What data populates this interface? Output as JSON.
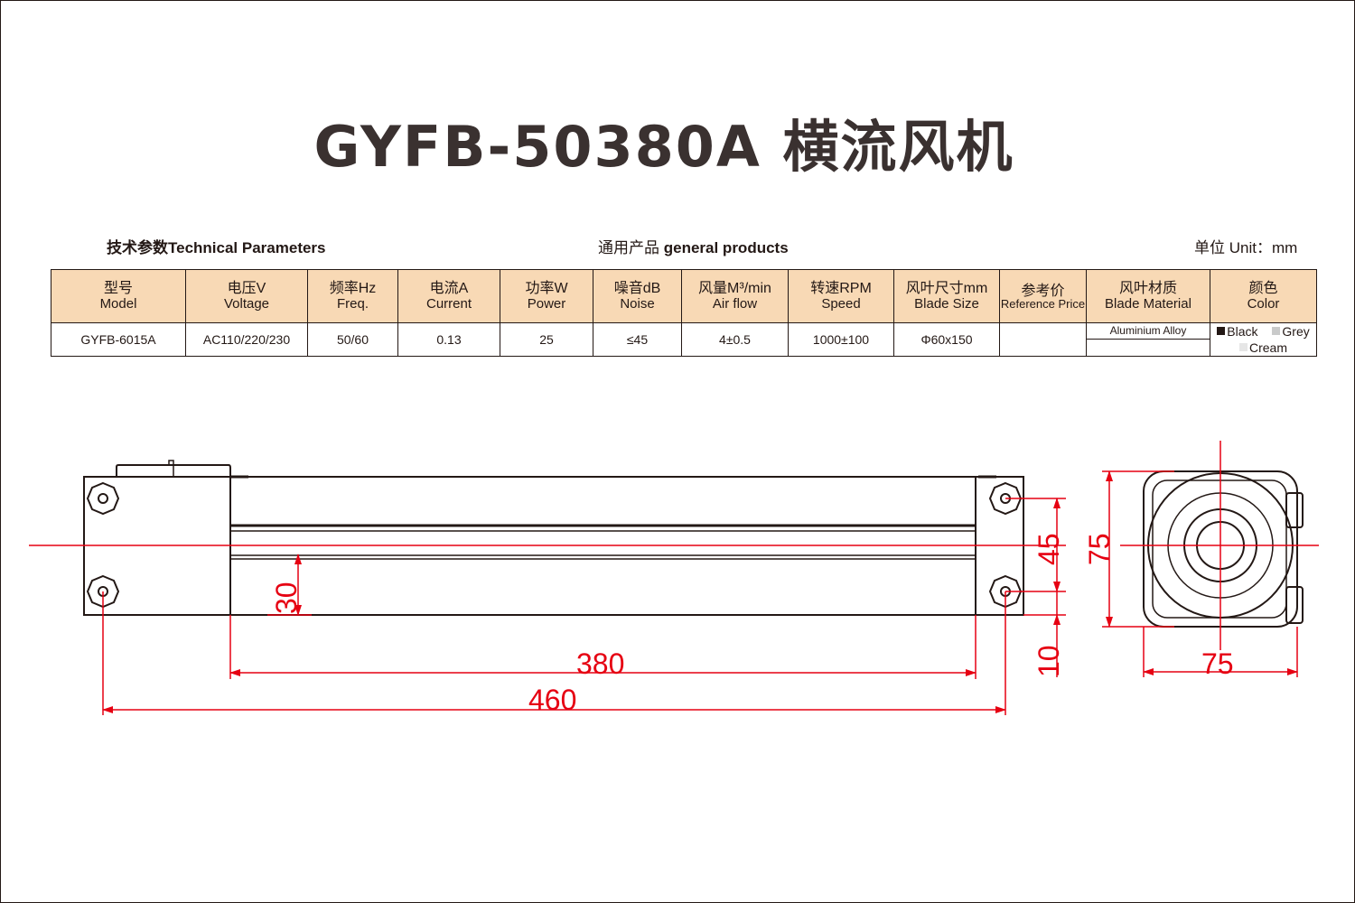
{
  "title": "GYFB-50380A 横流风机",
  "labels": {
    "tech_params": "技术参数Technical Parameters",
    "general_cn": "通用产品",
    "general_en": "general products",
    "unit": "单位 Unit：mm"
  },
  "table": {
    "headers": [
      {
        "cn": "型号",
        "en": "Model"
      },
      {
        "cn": "电压V",
        "en": "Voltage"
      },
      {
        "cn": "频率Hz",
        "en": "Freq."
      },
      {
        "cn": "电流A",
        "en": "Current"
      },
      {
        "cn": "功率W",
        "en": "Power"
      },
      {
        "cn": "噪音dB",
        "en": "Noise"
      },
      {
        "cn": "风量M³/min",
        "en": "Air flow"
      },
      {
        "cn": "转速RPM",
        "en": "Speed"
      },
      {
        "cn": "风叶尺寸mm",
        "en": "Blade Size"
      },
      {
        "cn": "参考价",
        "en": "Reference Price"
      },
      {
        "cn": "风叶材质",
        "en": "Blade Material"
      },
      {
        "cn": "颜色",
        "en": "Color"
      }
    ],
    "row": {
      "model": "GYFB-6015A",
      "voltage": "AC110/220/230",
      "freq": "50/60",
      "current": "0.13",
      "power": "25",
      "noise": "≤45",
      "airflow": "4±0.5",
      "speed": "1000±100",
      "blade_size": "Φ60x150",
      "price": "",
      "blade_material": "Aluminium Alloy",
      "colors": [
        {
          "name": "Black",
          "swatch": "#231815"
        },
        {
          "name": "Grey",
          "swatch": "#c9caca"
        },
        {
          "name": "Cream",
          "swatch": "#e6e6e6"
        }
      ]
    }
  },
  "dimensions": {
    "length_inner": "380",
    "length_total": "460",
    "height_30": "30",
    "height_45": "45",
    "height_10": "10",
    "side_height": "75",
    "side_width": "75"
  },
  "colors": {
    "line": "#231815",
    "dimension": "#e60012",
    "header_bg": "#f8d9b5"
  }
}
